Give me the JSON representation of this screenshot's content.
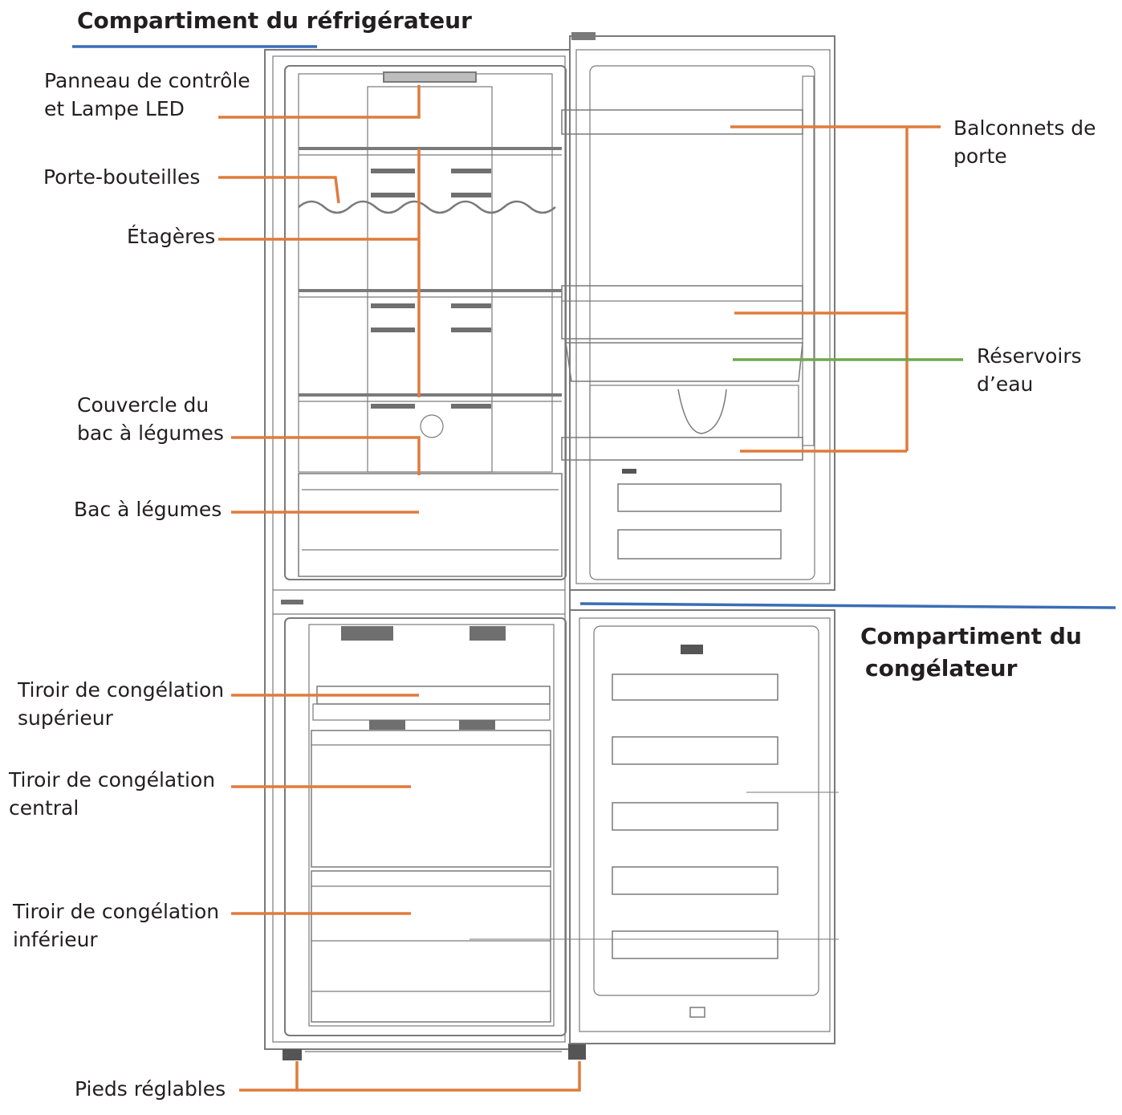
{
  "headings": {
    "fridge": "Compartiment du réfrigérateur",
    "freezer_line1": "Compartiment du",
    "freezer_line2": "congélateur"
  },
  "labels": {
    "control_panel": {
      "line1": "Panneau de contrôle",
      "line2": "et Lampe LED"
    },
    "bottle_holder": {
      "line1": "Porte-bouteilles"
    },
    "shelves": {
      "line1": "Étagères"
    },
    "crisper_cover": {
      "line1": "Couvercle du",
      "line2": "bac à légumes"
    },
    "crisper": {
      "line1": "Bac à légumes"
    },
    "door_balconies": {
      "line1": "Balconnets de",
      "line2": "porte"
    },
    "water_tanks": {
      "line1": "Réservoirs",
      "line2": "d’eau"
    },
    "freezer_top": {
      "line1": "Tiroir de congélation",
      "line2": "supérieur"
    },
    "freezer_middle": {
      "line1": "Tiroir de congélation",
      "line2": "central"
    },
    "freezer_bottom": {
      "line1": "Tiroir de congélation",
      "line2": "inférieur"
    },
    "feet": {
      "line1": "Pieds réglables"
    }
  },
  "colors": {
    "leader": "#e07b3c",
    "water_leader": "#6ea84f",
    "heading_rule": "#3a6db5",
    "drawing": "#7a7a7a",
    "text": "#231f20"
  }
}
